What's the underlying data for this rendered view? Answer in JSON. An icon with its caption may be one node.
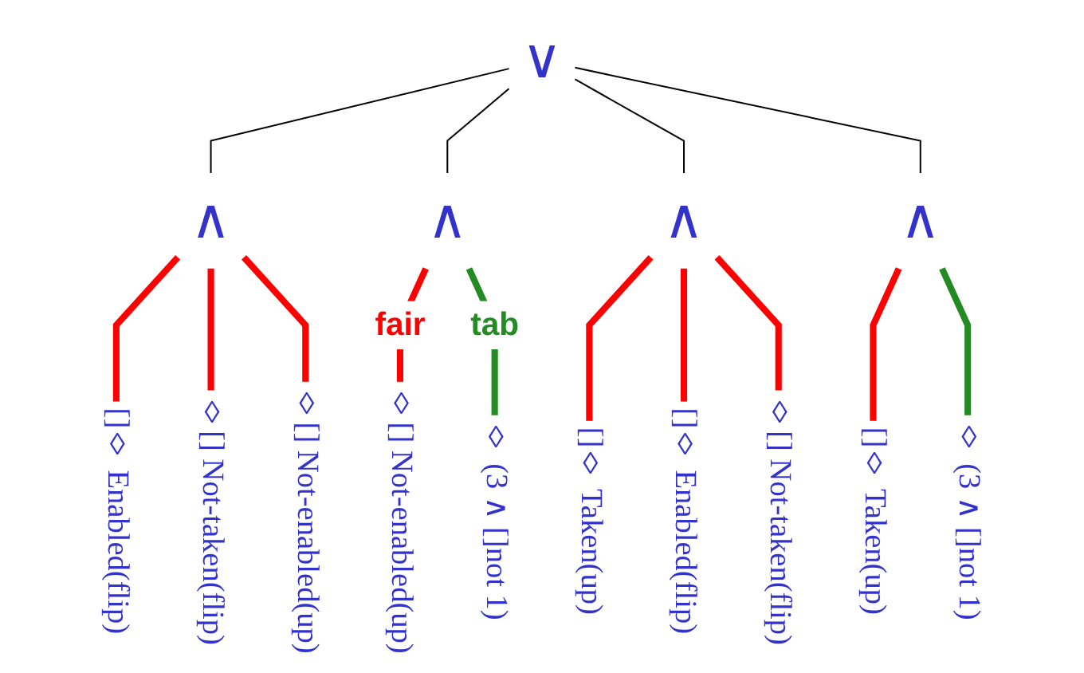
{
  "diagram": {
    "nodes": [
      {
        "text": [
          "∨"
        ]
      },
      {
        "text": [
          "∧"
        ]
      },
      {
        "text": [
          "∧"
        ]
      },
      {
        "text": [
          "∧"
        ]
      },
      {
        "text": [
          "∧"
        ]
      },
      {
        "text": [
          "[]◊ Enabled(flip)"
        ]
      },
      {
        "text": [
          "◊[] Not-taken(flip)"
        ]
      },
      {
        "text": [
          "◊[] Not-enabled(up)"
        ]
      },
      {
        "text": [
          "◊[] Not-enabled(up)"
        ]
      },
      {
        "text": [
          "◊ (3 ∧ []not 1)"
        ]
      },
      {
        "text": [
          "[]◊ Taken(up)"
        ]
      },
      {
        "text": [
          "[]◊ Enabled(flip)"
        ]
      },
      {
        "text": [
          "◊[] Not-taken(flip)"
        ]
      },
      {
        "text": [
          "[]◊ Taken(up)"
        ]
      },
      {
        "text": [
          "◊ (3 ∧ []not 1)"
        ]
      }
    ],
    "edges": [
      {
        "from": 0,
        "to": 1,
        "arrow": "none",
        "color": "#000000"
      },
      {
        "from": 0,
        "to": 2,
        "arrow": "none",
        "color": "#000000"
      },
      {
        "from": 0,
        "to": 3,
        "arrow": "none",
        "color": "#000000"
      },
      {
        "from": 0,
        "to": 4,
        "arrow": "none",
        "color": "#000000"
      },
      {
        "from": 1,
        "to": 5,
        "arrow": "none",
        "color": "#ff0000"
      },
      {
        "from": 1,
        "to": 6,
        "arrow": "none",
        "color": "#ff0000"
      },
      {
        "from": 1,
        "to": 7,
        "arrow": "none",
        "color": "#ff0000"
      },
      {
        "from": 2,
        "to": 8,
        "arrow": "none",
        "color": "#ff0000",
        "label": "fair"
      },
      {
        "from": 2,
        "to": 9,
        "arrow": "none",
        "color": "#228b22",
        "label": "tab"
      },
      {
        "from": 3,
        "to": 10,
        "arrow": "none",
        "color": "#ff0000"
      },
      {
        "from": 3,
        "to": 11,
        "arrow": "none",
        "color": "#ff0000"
      },
      {
        "from": 3,
        "to": 12,
        "arrow": "none",
        "color": "#ff0000"
      },
      {
        "from": 4,
        "to": 13,
        "arrow": "none",
        "color": "#ff0000"
      },
      {
        "from": 4,
        "to": 14,
        "arrow": "none",
        "color": "#228b22"
      }
    ]
  }
}
